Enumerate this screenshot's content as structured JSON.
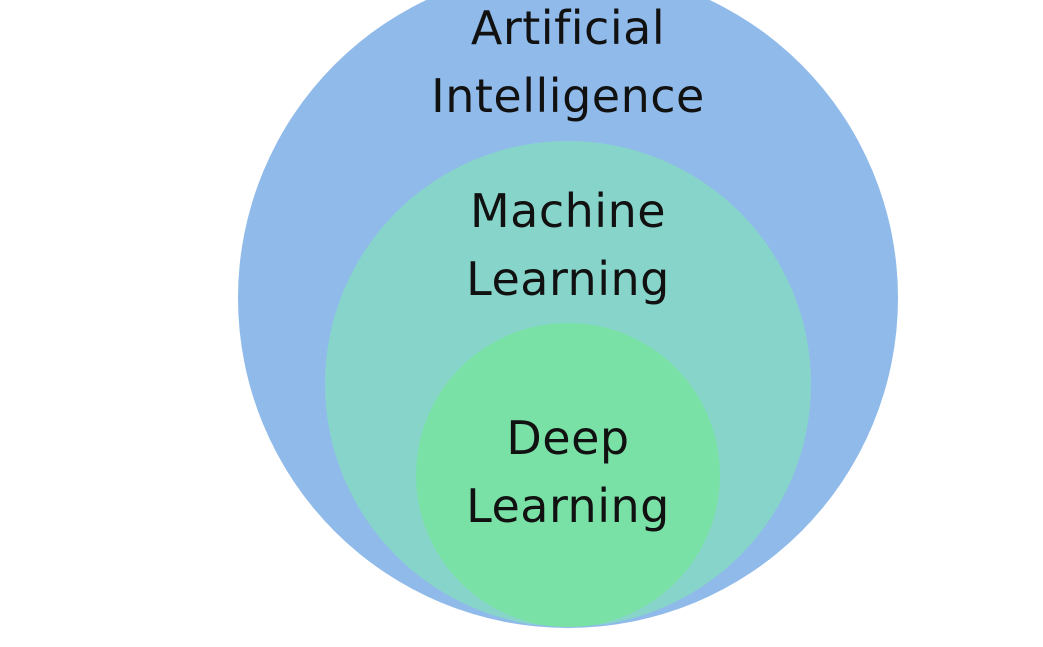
{
  "diagram": {
    "outer": {
      "label_line1": "Artificial",
      "label_line2": "Intelligence",
      "color": "#8fbaea"
    },
    "middle": {
      "label_line1": "Machine",
      "label_line2": "Learning",
      "color": "#87d5ca"
    },
    "inner": {
      "label_line1": "Deep",
      "label_line2": "Learning",
      "color": "#79e0a6"
    }
  }
}
